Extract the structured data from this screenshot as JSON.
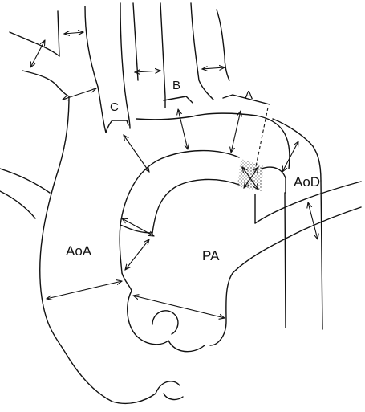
{
  "labels": {
    "ascending_aorta": "AoA",
    "descending_aorta": "AoD",
    "pulmonary_artery": "PA",
    "vessel_a": "A",
    "vessel_b": "B",
    "vessel_c": "C"
  }
}
